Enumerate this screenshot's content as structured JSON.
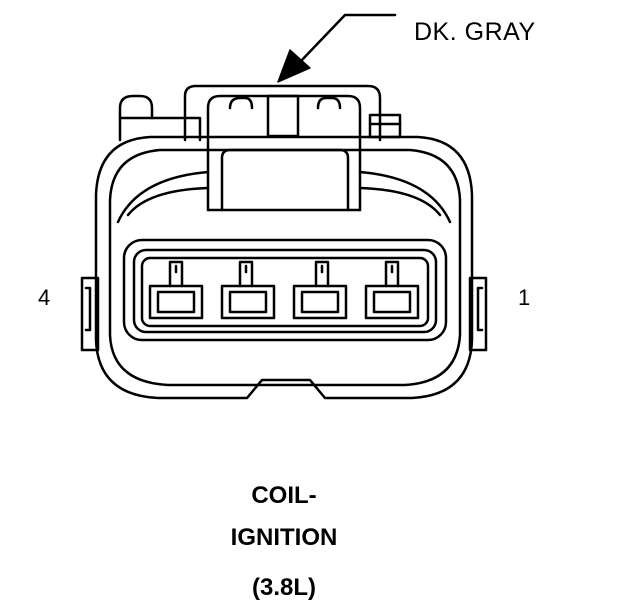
{
  "callout": {
    "wire_color": "DK. GRAY"
  },
  "pins": {
    "left_number": "4",
    "right_number": "1"
  },
  "caption": {
    "line1": "COIL-",
    "line2": "IGNITION",
    "line3": "(3.8L)"
  },
  "colors": {
    "line": "#000000",
    "background": "#ffffff"
  },
  "icons": {
    "connector": "ignition-coil-connector-face-icon",
    "arrow": "callout-arrow-icon"
  }
}
